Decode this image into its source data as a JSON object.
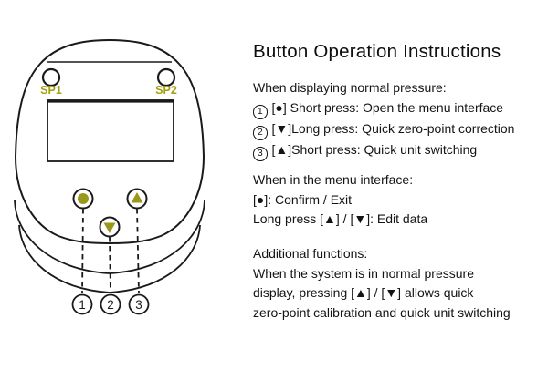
{
  "device": {
    "sp1_label": "SP1",
    "sp2_label": "SP2",
    "callouts": [
      "1",
      "2",
      "3"
    ],
    "colors": {
      "outline": "#1a1a1a",
      "button_olive": "#98991c",
      "label_olive": "#a3a011"
    }
  },
  "instructions": {
    "title": "Button Operation Instructions",
    "sections": [
      {
        "heading": "When displaying normal pressure:",
        "items": [
          {
            "num": "1",
            "text": "[●] Short press: Open the menu interface"
          },
          {
            "num": "2",
            "text": "[▼]Long press: Quick zero-point correction"
          },
          {
            "num": "3",
            "text": "[▲]Short press: Quick unit switching"
          }
        ]
      },
      {
        "heading": "When in the menu interface:",
        "lines": [
          "[●]: Confirm / Exit",
          "Long press [▲] / [▼]: Edit data"
        ]
      },
      {
        "heading": "Additional functions:",
        "lines": [
          "When the system is in normal pressure",
          "display, pressing [▲] / [▼] allows quick",
          "zero-point calibration and quick unit switching"
        ]
      }
    ]
  }
}
